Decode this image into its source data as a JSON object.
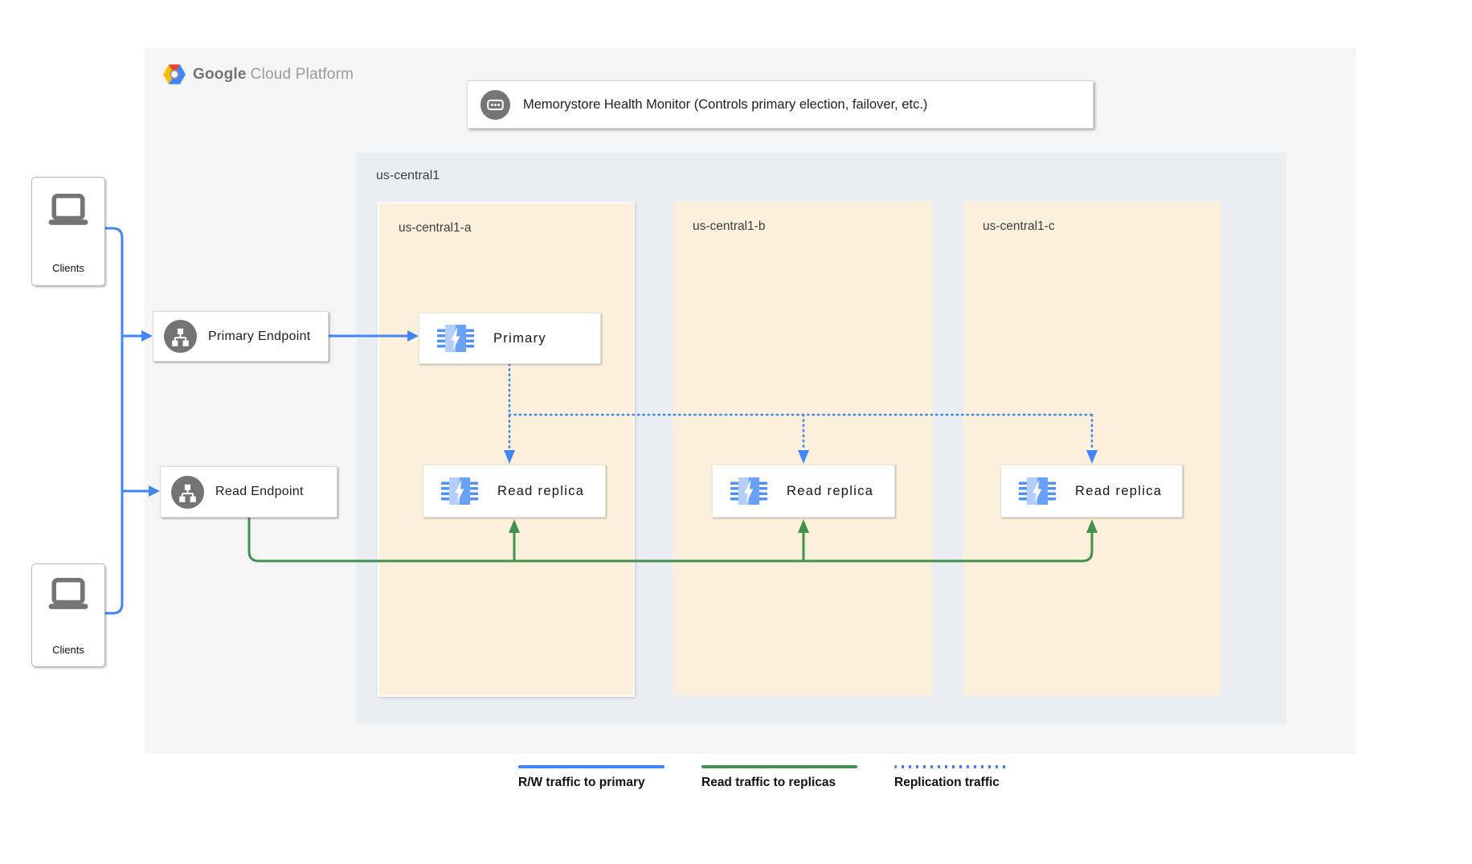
{
  "colors": {
    "blue": "#4285f4",
    "green": "#44904f",
    "panel_bg": "#f5f5f5",
    "region_bg": "#e9eef3",
    "zone_bg": "#fdf0da",
    "icon_gray": "#757575",
    "ms_pin": "#5491f5",
    "ms_light": "#b3cefb",
    "ms_dark": "#68a1f7"
  },
  "logo": {
    "google": "Google",
    "suffix": "Cloud Platform"
  },
  "health_monitor": {
    "label": "Memorystore Health Monitor (Controls primary election, failover, etc.)"
  },
  "clients": {
    "top_label": "Clients",
    "bottom_label": "Clients"
  },
  "endpoints": {
    "primary_label": "Primary Endpoint",
    "read_label": "Read Endpoint"
  },
  "region": {
    "label": "us-central1",
    "zones": [
      {
        "label": "us-central1-a"
      },
      {
        "label": "us-central1-b"
      },
      {
        "label": "us-central1-c"
      }
    ]
  },
  "nodes": {
    "primary_label": "Primary",
    "replica_labels": [
      "Read replica",
      "Read replica",
      "Read replica"
    ]
  },
  "legend": {
    "items": [
      {
        "label": "R/W traffic to primary",
        "style": "solid",
        "color": "#4285f4"
      },
      {
        "label": "Read traffic to replicas",
        "style": "solid",
        "color": "#44904f"
      },
      {
        "label": "Replication traffic",
        "style": "dotted",
        "color": "#4285f4"
      }
    ]
  }
}
